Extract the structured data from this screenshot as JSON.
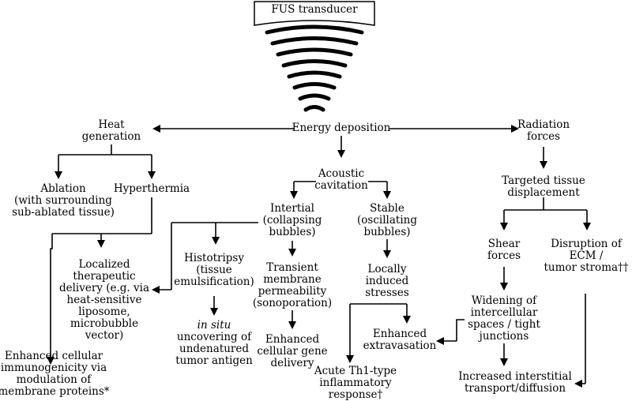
{
  "transducer": {
    "label": "FUS transducer"
  },
  "nodes": {
    "energy": [
      "Energy deposition"
    ],
    "heat": [
      "Heat",
      "generation"
    ],
    "radiation": [
      "Radiation",
      "forces"
    ],
    "ablation": [
      "Ablation",
      "(with surrounding",
      "sub-ablated tissue)"
    ],
    "hyperthermia": [
      "Hyperthermia"
    ],
    "acoustic": [
      "Acoustic",
      "cavitation"
    ],
    "inertial": [
      "Intertial",
      "(collapsing",
      "bubbles)"
    ],
    "stable": [
      "Stable",
      "(oscillating",
      "bubbles)"
    ],
    "targeted": [
      "Targeted tissue",
      "displacement"
    ],
    "localized": [
      "Localized",
      "therapeutic",
      "delivery (e.g. via",
      "heat-sensitive",
      "liposome,",
      "microbubble",
      "vector)"
    ],
    "histotripsy": [
      "Histotripsy",
      "(tissue",
      "emulsification)"
    ],
    "transient": [
      "Transient",
      "membrane",
      "permeability",
      "(sonoporation)"
    ],
    "locally": [
      "Locally",
      "induced",
      "stresses"
    ],
    "shear": [
      "Shear",
      "forces"
    ],
    "disruption": [
      "Disruption of",
      "ECM /",
      "tumor stroma††"
    ],
    "insitu": [
      "in situ",
      "uncovering of",
      "undenatured",
      "tumor antigen"
    ],
    "gene": [
      "Enhanced",
      "cellular gene",
      "delivery"
    ],
    "extravasation": [
      "Enhanced",
      "extravasation"
    ],
    "widening": [
      "Widening of",
      "intercellular",
      "spaces / tight",
      "junctions"
    ],
    "immunogenicity": [
      "Enhanced cellular",
      "immunogenicity via",
      "modulation of",
      "membrane proteins*"
    ],
    "th1": [
      "Acute Th1-type",
      "inflammatory",
      "response†"
    ],
    "interstitial": [
      "Increased interstitial",
      "transport/diffusion"
    ]
  }
}
